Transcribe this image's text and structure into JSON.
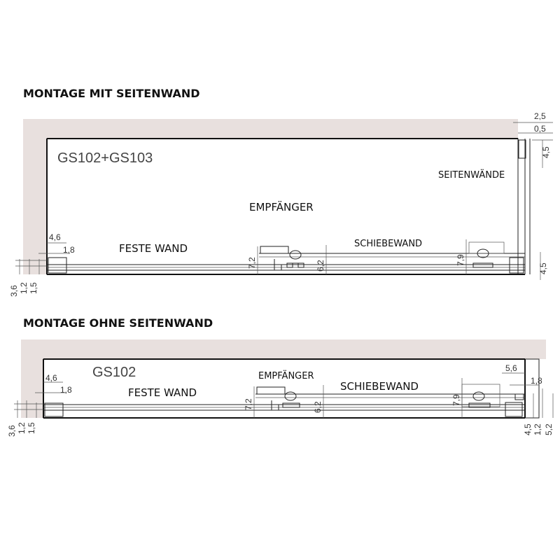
{
  "colors": {
    "wall": "#e8e0de",
    "line": "#222222"
  },
  "diagram1": {
    "title": "MONTAGE MIT SEITENWAND",
    "model": "GS102+GS103",
    "labels": {
      "receiver": "EMPFÄNGER",
      "side_walls": "SEITENWÄNDE",
      "fixed_wall": "FESTE WAND",
      "sliding_wall": "SCHIEBEWAND"
    },
    "dims": {
      "d2_5": "2,5",
      "d0_5": "0,5",
      "d4_5_top": "4,5",
      "d4_6": "4,6",
      "d1_8": "1,8",
      "d7_2": "7,2",
      "d6_2": "6,2",
      "d7_9": "7,9",
      "d4_5_bottom": "4,5",
      "d3_6": "3,6",
      "d1_2": "1,2",
      "d1_5": "1,5"
    }
  },
  "diagram2": {
    "title": "MONTAGE OHNE SEITENWAND",
    "model": "GS102",
    "labels": {
      "receiver": "EMPFÄNGER",
      "fixed_wall": "FESTE WAND",
      "sliding_wall": "SCHIEBEWAND"
    },
    "dims": {
      "d4_6": "4,6",
      "d1_8_left": "1,8",
      "d7_2": "7,2",
      "d6_2": "6,2",
      "d7_9": "7,9",
      "d5_6": "5,6",
      "d1_8_right": "1,8",
      "d3_6": "3,6",
      "d1_2_left": "1,2",
      "d1_5": "1,5",
      "d4_5": "4,5",
      "d1_2_right": "1,2",
      "d5_2": "5,2"
    }
  }
}
